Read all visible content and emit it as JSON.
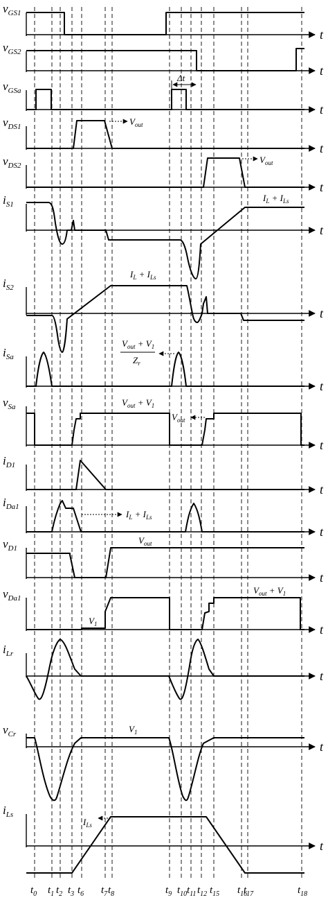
{
  "signals": [
    {
      "id": "vGS1",
      "main": "v",
      "sub": "GS1"
    },
    {
      "id": "vGS2",
      "main": "v",
      "sub": "GS2"
    },
    {
      "id": "vGSa",
      "main": "v",
      "sub": "GSa"
    },
    {
      "id": "vDS1",
      "main": "v",
      "sub": "DS1"
    },
    {
      "id": "vDS2",
      "main": "v",
      "sub": "DS2"
    },
    {
      "id": "iS1",
      "main": "i",
      "sub": "S1"
    },
    {
      "id": "iS2",
      "main": "i",
      "sub": "S2"
    },
    {
      "id": "iSa",
      "main": "i",
      "sub": "Sa"
    },
    {
      "id": "vSa",
      "main": "v",
      "sub": "Sa"
    },
    {
      "id": "iD1",
      "main": "i",
      "sub": "D1"
    },
    {
      "id": "iDa1",
      "main": "i",
      "sub": "Da1"
    },
    {
      "id": "vD1",
      "main": "v",
      "sub": "D1"
    },
    {
      "id": "vDa1",
      "main": "v",
      "sub": "Da1"
    },
    {
      "id": "iLr",
      "main": "i",
      "sub": "Lr"
    },
    {
      "id": "vCr",
      "main": "v",
      "sub": "Cr"
    },
    {
      "id": "iLs",
      "main": "i",
      "sub": "Ls"
    }
  ],
  "axis_label": "t",
  "time_labels": [
    {
      "main": "t",
      "sub": "0"
    },
    {
      "main": "t",
      "sub": "1"
    },
    {
      "main": "t",
      "sub": "2"
    },
    {
      "main": "t",
      "sub": "3"
    },
    {
      "main": "t",
      "sub": "6"
    },
    {
      "main": "t",
      "sub": "7"
    },
    {
      "main": "t",
      "sub": "8"
    },
    {
      "main": "t",
      "sub": "9"
    },
    {
      "main": "t",
      "sub": "10"
    },
    {
      "main": "t",
      "sub": "11"
    },
    {
      "main": "t",
      "sub": "12"
    },
    {
      "main": "t",
      "sub": "15"
    },
    {
      "main": "t",
      "sub": "16"
    },
    {
      "main": "t",
      "sub": "17"
    },
    {
      "main": "t",
      "sub": "18"
    }
  ],
  "annotations": {
    "delta_t": "Δt",
    "vds1_vout": {
      "main": "V",
      "sub": "out"
    },
    "vds2_vout": {
      "main": "V",
      "sub": "out"
    },
    "is1_il_ils": {
      "a": "I",
      "a_sub": "L",
      "op": " + ",
      "b": "I",
      "b_sub": "Ls"
    },
    "is2_il_ils": {
      "a": "I",
      "a_sub": "L",
      "op": " + ",
      "b": "I",
      "b_sub": "Ls"
    },
    "isa_frac": {
      "num_a": "V",
      "num_a_sub": "out",
      "num_op": " + ",
      "num_b": "V",
      "num_b_sub": "1",
      "den": "Z",
      "den_sub": "r"
    },
    "vsa_vout_v1": {
      "a": "V",
      "a_sub": "out",
      "op": " + ",
      "b": "V",
      "b_sub": "1"
    },
    "vsa_vout": {
      "main": "V",
      "sub": "out"
    },
    "ida1_il_ils": {
      "a": "I",
      "a_sub": "L",
      "op": " + ",
      "b": "I",
      "b_sub": "Ls"
    },
    "vd1_vout": {
      "main": "V",
      "sub": "out"
    },
    "vda1_v1": {
      "main": "V",
      "sub": "1"
    },
    "vda1_vout_v1": {
      "a": "V",
      "a_sub": "out",
      "op": " + ",
      "b": "V",
      "b_sub": "1"
    },
    "vcr_v1": {
      "main": "V",
      "sub": "1"
    },
    "ils_label": {
      "main": "I",
      "sub": "Ls"
    }
  }
}
